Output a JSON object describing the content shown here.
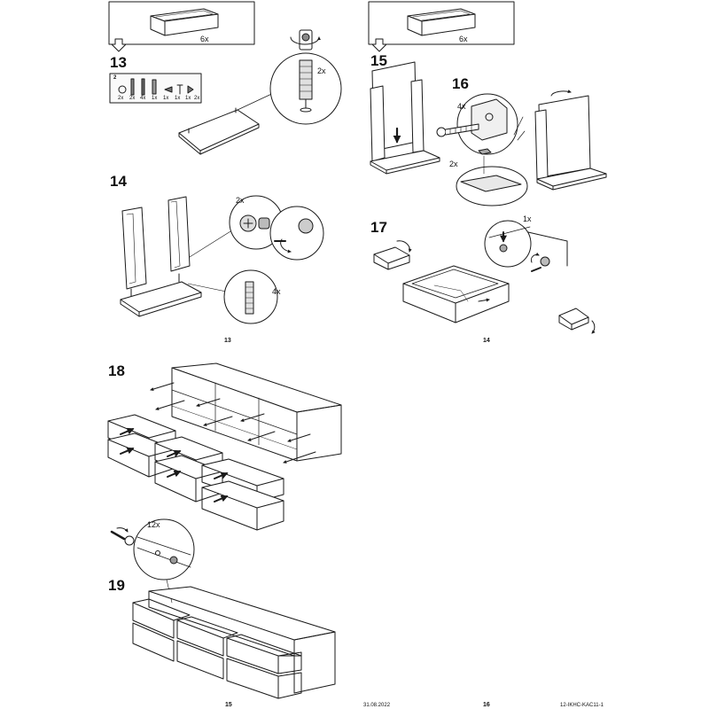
{
  "steps": {
    "s13": "13",
    "s14": "14",
    "s15": "15",
    "s16": "16",
    "s17": "17",
    "s18": "18",
    "s19": "19"
  },
  "quantities": {
    "drawer_top_left": "6x",
    "drawer_top_right": "6x",
    "s13_dowel": "2x",
    "s14_cam": "2x",
    "s14_dowel": "4x",
    "s16_bolt": "4x",
    "s16_clip": "2x",
    "s17_screw": "1x",
    "s19_screw": "12x"
  },
  "parts_panel": {
    "label": "2",
    "codes": [
      "2x",
      "2x",
      "4x",
      "1x",
      "1x",
      "1x",
      "1x",
      "2x"
    ]
  },
  "page_numbers": {
    "sub_left": "13",
    "sub_right": "14",
    "bottom_left": "15",
    "bottom_right": "16"
  },
  "footer": {
    "date": "31.08.2022",
    "code": "12-IKHC-KAC11-1"
  },
  "colors": {
    "ink": "#1a1a1a",
    "paper": "#ffffff",
    "shade": "#d9d9d9",
    "dark": "#555555"
  }
}
